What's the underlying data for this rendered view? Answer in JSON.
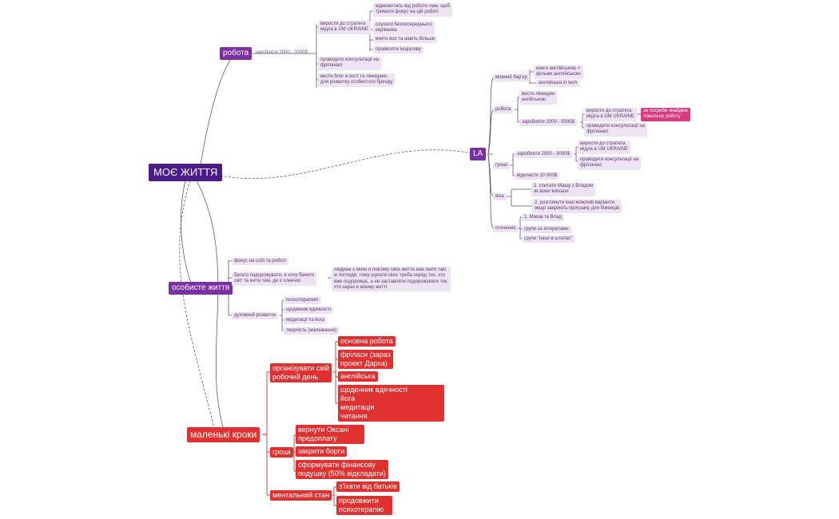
{
  "colors": {
    "root": "#4a1b8a",
    "main_branch": "#7a2fa6",
    "sub_node_bg": "#eee3f3",
    "highlight": "#d63b80",
    "red_branch": "#e03030",
    "line": "#5a5a78"
  },
  "root": {
    "label": "МОЄ ЖИТТЯ"
  },
  "work": {
    "label": "робота",
    "earn": "заробляти 2000 - 3000$",
    "grow_strategist": "вирости до стратега\nмідла в UM UKRAINE",
    "grow_children": [
      "відмовитись від роботи смм, щоб\nтримати фокус на цій роботі",
      "слухати безпосереднього\nкерівника",
      "вчити все та навіть більше",
      "проявляти ініціативу"
    ],
    "freelance_consult": "проводити консультації на\nфріланасі",
    "blog": "вести блог в інсті та лінкедині,\nдля розвитку особистого бренду"
  },
  "la": {
    "label": "LA",
    "lang_barrier": "мовний бар'єр",
    "lang_children": [
      "книги англійською +\nфільми англійською",
      "англійська in tech"
    ],
    "work": "робота",
    "linkedin": "вести лінкедин\nангійською",
    "earn": "заробляти 2000 - 5000$",
    "strategist": "вирости до стратега\nмідла в UM UKRAINE",
    "find_local": "за потреби знайдем\nлокальну роботу",
    "consult": "проводити консультації на\nфріланасі",
    "money": "гроші",
    "money_earn": "заробляти 2000 - 3000$",
    "money_strategist": "вирости до стратега\nмідла в UM UKRAINE",
    "money_consult": "проводити консультації на\nфріланасі",
    "save": "відкласти 10 000$",
    "visa": "віза",
    "visa_children": [
      "1. спитати Машу з Владом\nяк вони виїхали",
      "2. розглянути інші можливі варіанти,\nякщо закриють програму для біженців"
    ],
    "env": "оточення",
    "env_children": [
      "1. Маша та Влад",
      "групи за інтересами",
      "групи \"наші в штатах\""
    ]
  },
  "personal": {
    "label": "особисте життя",
    "focus": "фокус на собі та роботі",
    "travel": "багато подорожувати, я хочу бачити\nсвіт та жити там, де є сонечко",
    "partner": "людина з якою я пов'яжу своє життя має мати такі\nж погляди, тому шукати своє треба серед тих, хто\nвже подорожує, а не заставляти подорожувати тих,\nхто зараз в моєму житті",
    "spiritual": "духовний розвиток",
    "spiritual_children": [
      "психотерапевт",
      "щоденник вдячності",
      "медитації та йога",
      "творчість (малювання)"
    ]
  },
  "small_steps": {
    "label": "маленькі кроки",
    "organize": "організувати свій\nробочий день",
    "organize_children": [
      "основна робота",
      "фріласн (зараз\nпроект Дарка)",
      "англійська",
      "щоденник вдячності\nйога\nмедитація\nчитання"
    ],
    "money": "гроші",
    "money_children": [
      "вернути Оксані\nпредоплату",
      "закрити борги",
      "сформувати фінансову\nподушку (50% відкладати)"
    ],
    "mental": "ментальний стан",
    "mental_children": [
      "з'їхати від батьків",
      "продовжити\nпсихотерапію"
    ]
  }
}
